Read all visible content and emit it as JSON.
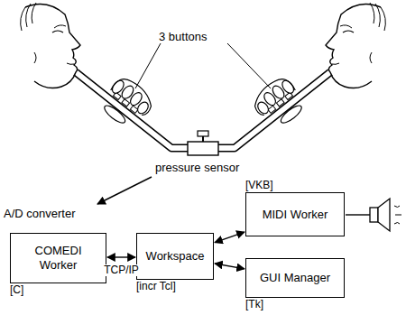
{
  "diagram": {
    "nodes": [
      {
        "text": [
          "COMEDI Worker",
          "[C]"
        ]
      },
      {
        "text": [
          "Workspace",
          "[incr Tcl]"
        ]
      },
      {
        "text": [
          "MIDI Worker",
          "[VKB]"
        ]
      },
      {
        "text": [
          "GUI Manager",
          "[Tk]"
        ]
      }
    ],
    "edges": [
      {
        "from": 0,
        "to": 1,
        "label": "TCP/IP",
        "arrow": "both"
      },
      {
        "from": 1,
        "to": 2,
        "arrow": "both"
      },
      {
        "from": 1,
        "to": 3,
        "arrow": "both"
      }
    ],
    "labels": [
      "3 buttons",
      "pressure sensor",
      "A/D converter"
    ]
  }
}
